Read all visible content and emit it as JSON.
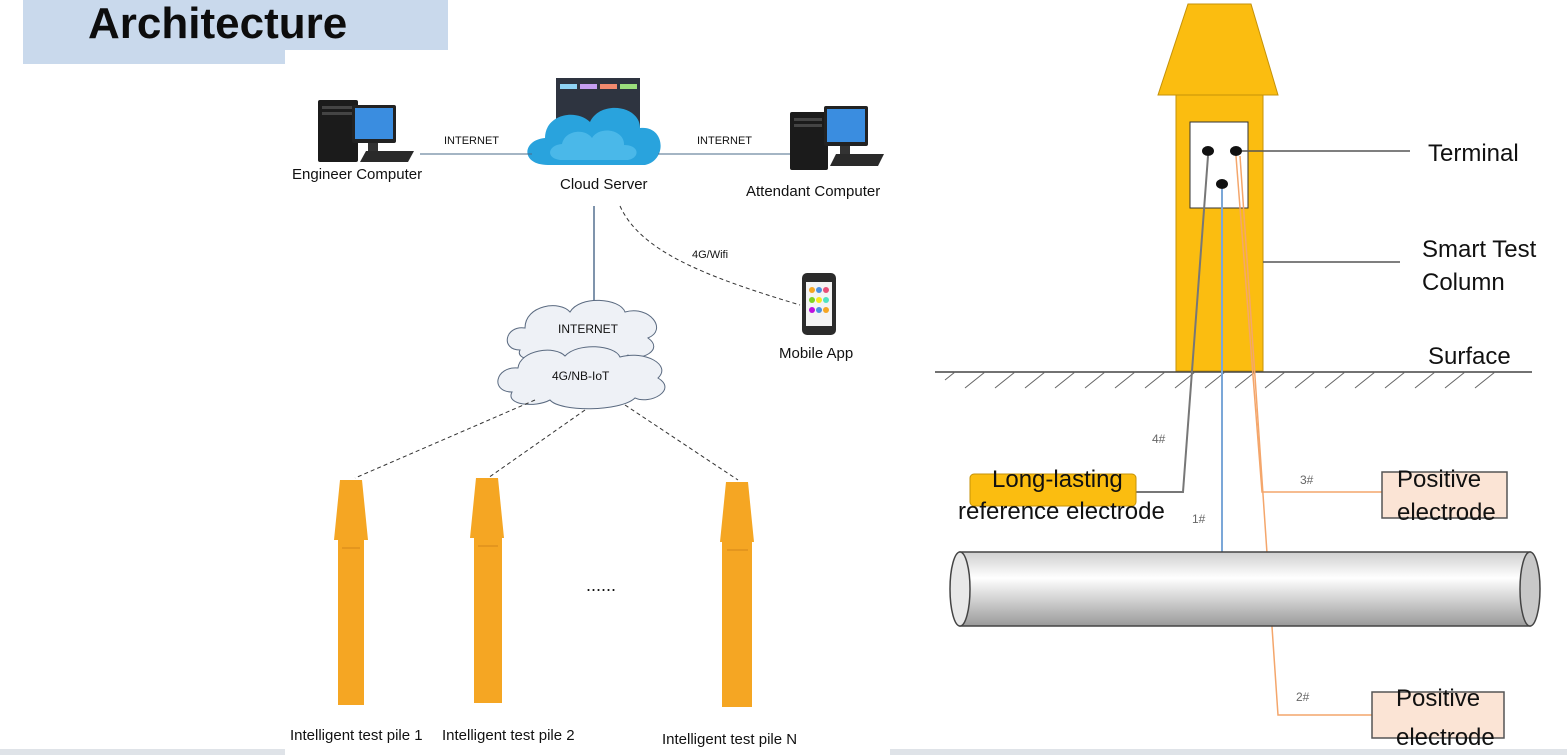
{
  "header": {
    "title": "Architecture"
  },
  "left_diagram": {
    "engineer_computer": "Engineer Computer",
    "cloud_server": "Cloud Server",
    "attendant_computer": "Attendant Computer",
    "internet_left": "INTERNET",
    "internet_right": "INTERNET",
    "wifi_label": "4G/Wifi",
    "mobile_app": "Mobile App",
    "cloud_internet": "INTERNET",
    "cloud_nbiot": "4G/NB-IoT",
    "ellipsis": "......",
    "piles": [
      "Intelligent test pile 1",
      "Intelligent test pile 2",
      "Intelligent test pile N"
    ]
  },
  "right_diagram": {
    "terminal": "Terminal",
    "smart_test_1": "Smart Test",
    "smart_test_2": "Column",
    "surface": "Surface",
    "wire_4": "4#",
    "wire_3": "3#",
    "wire_1": "1#",
    "wire_2": "2#",
    "ref_electrode_1": "Long-lasting",
    "ref_electrode_2": "reference electrode",
    "positive_1a": "Positive",
    "positive_1b": "electrode",
    "positive_2a": "Positive",
    "positive_2b": "electrode"
  },
  "colors": {
    "pile_orange": "#f5a623",
    "column_yellow": "#fbbd10",
    "header_blue": "#c9d9ec",
    "wire_orange": "#f4a66b",
    "wire_blue": "#7ba7d8",
    "electrode_fill": "#fbe4d5"
  }
}
